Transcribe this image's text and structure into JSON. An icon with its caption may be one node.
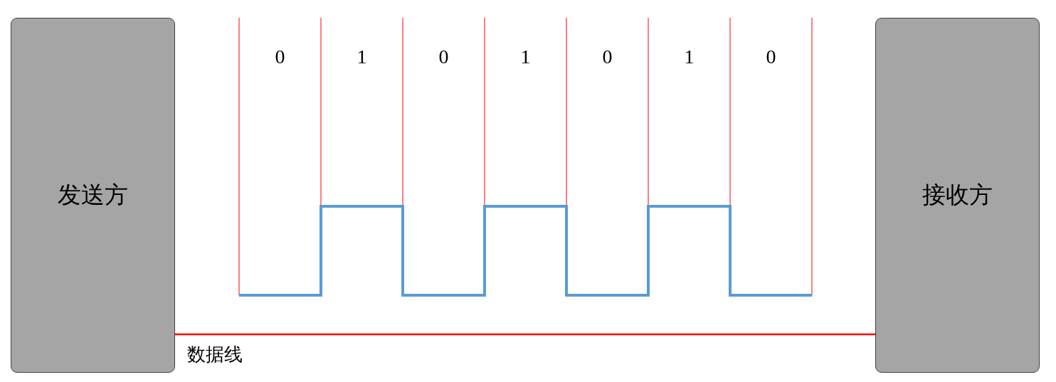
{
  "diagram": {
    "nodes": [
      {
        "text": [
          "发送方"
        ]
      },
      {
        "text": [
          "接收方"
        ]
      }
    ],
    "edges": [
      {
        "from": 0,
        "to": 1,
        "arrow": "none",
        "label": "数据线",
        "color": "#ff0000"
      }
    ],
    "labels": [
      "0",
      "1",
      "0",
      "1",
      "0",
      "1",
      "0"
    ]
  }
}
